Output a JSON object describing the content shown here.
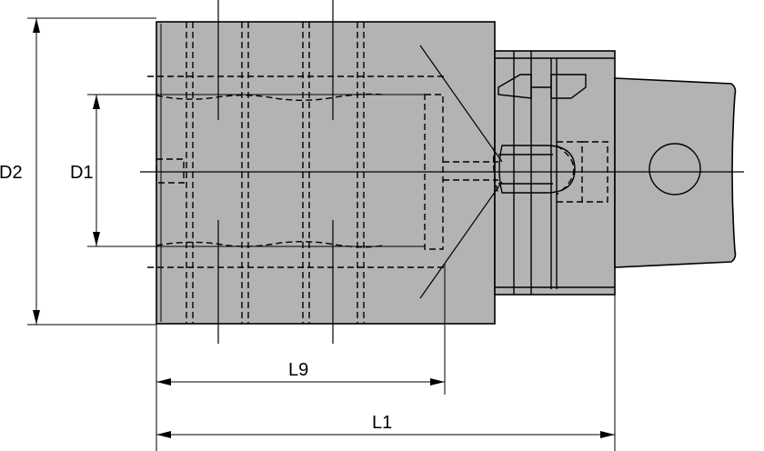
{
  "dimensions": {
    "d2": "D2",
    "d1": "D1",
    "l9": "L9",
    "l1": "L1"
  }
}
